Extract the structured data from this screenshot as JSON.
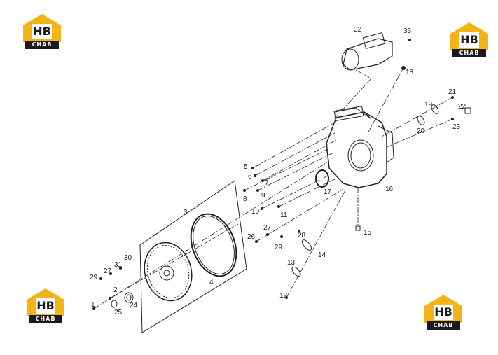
{
  "brand": {
    "mark": "HB",
    "name": "CHAB",
    "accent": "#f2b417",
    "dark": "#1a1a1a"
  },
  "callouts": [
    "1",
    "2",
    "3",
    "4",
    "5",
    "6",
    "7",
    "8",
    "9",
    "10",
    "11",
    "12",
    "13",
    "14",
    "15",
    "16",
    "17",
    "18",
    "19",
    "20",
    "21",
    "22",
    "23",
    "24",
    "25",
    "26",
    "27",
    "27",
    "28",
    "29",
    "29",
    "30",
    "31",
    "32",
    "33"
  ]
}
